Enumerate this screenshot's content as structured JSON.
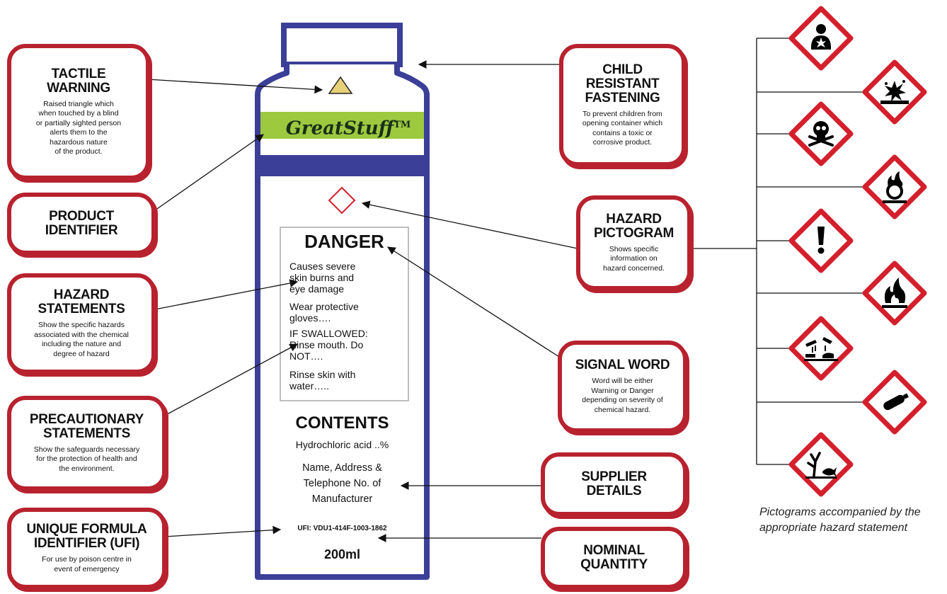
{
  "colors": {
    "bottle": "#3c3f97",
    "box_border": "#b8222e",
    "ghs_red": "#d3202c",
    "product_bar": "#9dc93f",
    "tactile": "#e7d07a"
  },
  "callouts": {
    "tactile": {
      "title": "TACTILE\nWARNING",
      "desc": "Raised triangle which\nwhen touched by a blind\nor partially sighted person\nalerts them to the\nhazardous nature\nof the product."
    },
    "product": {
      "title": "PRODUCT\nIDENTIFIER"
    },
    "hazard_statements": {
      "title": "HAZARD\nSTATEMENTS",
      "desc": "Show the specific hazards\nassociated with the chemical\nincluding the nature and\ndegree of hazard"
    },
    "precautionary": {
      "title": "PRECAUTIONARY\nSTATEMENTS",
      "desc": "Show the safeguards necessary\nfor the protection of health and\nthe environment."
    },
    "ufi": {
      "title": "UNIQUE FORMULA\nIDENTIFIER (UFI)",
      "desc": "For use by poison centre in\nevent of emergency"
    },
    "child": {
      "title": "CHILD\nRESISTANT\nFASTENING",
      "desc": "To prevent children from\nopening container which\ncontains a toxic or\ncorrosive product."
    },
    "pictogram": {
      "title": "HAZARD\nPICTOGRAM",
      "desc": "Shows specific\ninformation on\nhazard concerned."
    },
    "signal": {
      "title": "SIGNAL WORD",
      "desc": "Word will be either\nWarning or Danger\ndepending on severity of\nchemical hazard."
    },
    "supplier": {
      "title": "SUPPLIER\nDETAILS"
    },
    "nominal": {
      "title": "NOMINAL\nQUANTITY"
    }
  },
  "bottle": {
    "brand": "GreatStuff",
    "trademark": "TM",
    "danger": "DANGER",
    "hazard_text_1": "Causes severe\nskin burns and\neye damage",
    "precaution_1": "Wear protective\n gloves….",
    "precaution_2": "IF SWALLOWED:\nRinse mouth. Do\nNOT….",
    "precaution_3": "Rinse skin with\nwater…..",
    "contents_title": "CONTENTS",
    "contents_value": "Hydrochloric acid ..%",
    "supplier_text": "Name, Address &\nTelephone No. of\nManufacturer",
    "ufi": "UFI: VDU1-414F-1003-1862",
    "quantity": "200ml"
  },
  "pictograms": [
    {
      "name": "health-hazard-icon"
    },
    {
      "name": "explosive-icon"
    },
    {
      "name": "toxic-skull-icon"
    },
    {
      "name": "oxidising-icon"
    },
    {
      "name": "exclamation-icon"
    },
    {
      "name": "flammable-icon"
    },
    {
      "name": "corrosive-icon"
    },
    {
      "name": "gas-cylinder-icon"
    },
    {
      "name": "environment-icon"
    }
  ],
  "pictograms_note": "Pictograms accompanied by the\nappropriate hazard statement"
}
